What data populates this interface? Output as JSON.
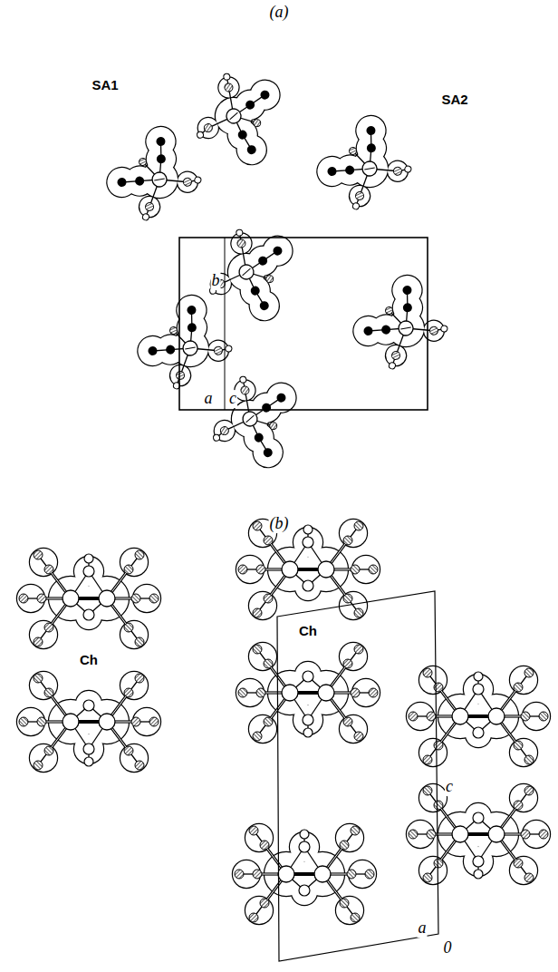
{
  "diagram": {
    "labels": [
      "(a)",
      "SA1",
      "SA2",
      "b",
      "a",
      "c",
      "(b)",
      "Ch",
      "Ch",
      "c",
      "a",
      "0"
    ]
  }
}
